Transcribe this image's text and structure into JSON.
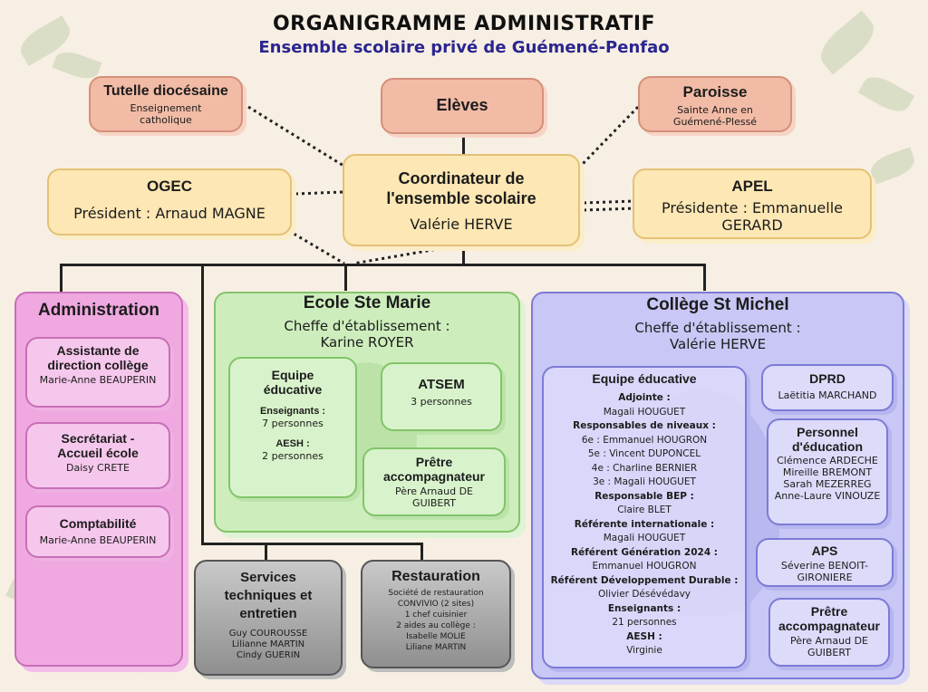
{
  "header": {
    "title": "ORGANIGRAMME ADMINISTRATIF",
    "subtitle": "Ensemble scolaire privé de Guémené-Penfao"
  },
  "top": {
    "tutelle": {
      "title": "Tutelle diocésaine",
      "line1": "Enseignement",
      "line2": "catholique"
    },
    "eleves": {
      "title": "Elèves"
    },
    "paroisse": {
      "title": "Paroisse",
      "line1": "Sainte Anne en",
      "line2": "Guémené-Plessé"
    },
    "ogec": {
      "title": "OGEC",
      "line1": "Président : Arnaud MAGNE"
    },
    "coordinateur": {
      "title1": "Coordinateur de",
      "title2": "l'ensemble scolaire",
      "name": "Valérie HERVE"
    },
    "apel": {
      "title": "APEL",
      "line1": "Présidente : Emmanuelle",
      "line2": "GERARD"
    }
  },
  "administration": {
    "title": "Administration",
    "items": [
      {
        "title1": "Assistante de",
        "title2": "direction collège",
        "name": "Marie-Anne BEAUPERIN"
      },
      {
        "title1": "Secrétariat -",
        "title2": "Accueil école",
        "name": "Daisy CRETE"
      },
      {
        "title1": "Comptabilité",
        "title2": "",
        "name": "Marie-Anne BEAUPERIN"
      }
    ]
  },
  "ecole": {
    "title": "Ecole Ste Marie",
    "role": "Cheffe d'établissement :",
    "name": "Karine ROYER",
    "equipe": {
      "title1": "Equipe",
      "title2": "éducative",
      "ens_label": "Enseignants :",
      "ens_value": "7 personnes",
      "aesh_label": "AESH :",
      "aesh_value": "2 personnes"
    },
    "atsem": {
      "title": "ATSEM",
      "value": "3 personnes"
    },
    "pretre": {
      "title1": "Prêtre",
      "title2": "accompagnateur",
      "name1": "Père Arnaud DE",
      "name2": "GUIBERT"
    }
  },
  "services": {
    "title1": "Services",
    "title2": "techniques et",
    "title3": "entretien",
    "names": [
      "Guy COUROUSSE",
      "Lilianne MARTIN",
      "Cindy GUERIN"
    ]
  },
  "restauration": {
    "title": "Restauration",
    "lines": [
      "Société de restauration",
      "CONVIVIO (2 sites)",
      "1 chef cuisinier",
      "2 aides au collège :",
      "Isabelle MOLIE",
      "Liliane MARTIN"
    ]
  },
  "college": {
    "title": "Collège St Michel",
    "role": "Cheffe d'établissement :",
    "name": "Valérie HERVE",
    "equipe": {
      "title": "Equipe éducative",
      "lines": [
        {
          "text": "Adjointe :",
          "bold": true
        },
        {
          "text": "Magali HOUGUET",
          "bold": false
        },
        {
          "text": "Responsables de niveaux :",
          "bold": true
        },
        {
          "text": "6e : Emmanuel HOUGRON",
          "bold": false
        },
        {
          "text": "5e : Vincent DUPONCEL",
          "bold": false
        },
        {
          "text": "4e : Charline BERNIER",
          "bold": false
        },
        {
          "text": "3e : Magali HOUGUET",
          "bold": false
        },
        {
          "text": "Responsable BEP :",
          "bold": true
        },
        {
          "text": "Claire BLET",
          "bold": false
        },
        {
          "text": "Référente internationale :",
          "bold": true
        },
        {
          "text": "Magali HOUGUET",
          "bold": false
        },
        {
          "text": "Référent Génération 2024 :",
          "bold": true
        },
        {
          "text": "Emmanuel HOUGRON",
          "bold": false
        },
        {
          "text": "Référent Développement Durable :",
          "bold": true
        },
        {
          "text": "Olivier Désévédavy",
          "bold": false
        },
        {
          "text": "Enseignants :",
          "bold": true
        },
        {
          "text": "21 personnes",
          "bold": false
        },
        {
          "text": "AESH :",
          "bold": true
        },
        {
          "text": "Virginie",
          "bold": false
        }
      ]
    },
    "dprd": {
      "title": "DPRD",
      "name": "Laëtitia MARCHAND"
    },
    "personnel": {
      "title1": "Personnel",
      "title2": "d'éducation",
      "names": [
        "Clémence ARDECHE",
        "Mireille BREMONT",
        "Sarah MEZERREG",
        "Anne-Laure VINOUZE"
      ]
    },
    "aps": {
      "title": "APS",
      "name1": "Séverine BENOIT-",
      "name2": "GIRONIERE"
    },
    "pretre": {
      "title1": "Prêtre",
      "title2": "accompagnateur",
      "name1": "Père Arnaud DE",
      "name2": "GUIBERT"
    }
  },
  "colors": {
    "accent": "#2a2590",
    "salmon": "#f2bba6",
    "yellow": "#fde7b4",
    "pink": "#f0a8e0",
    "green": "#cdeebc",
    "violet": "#c8c7f5"
  }
}
